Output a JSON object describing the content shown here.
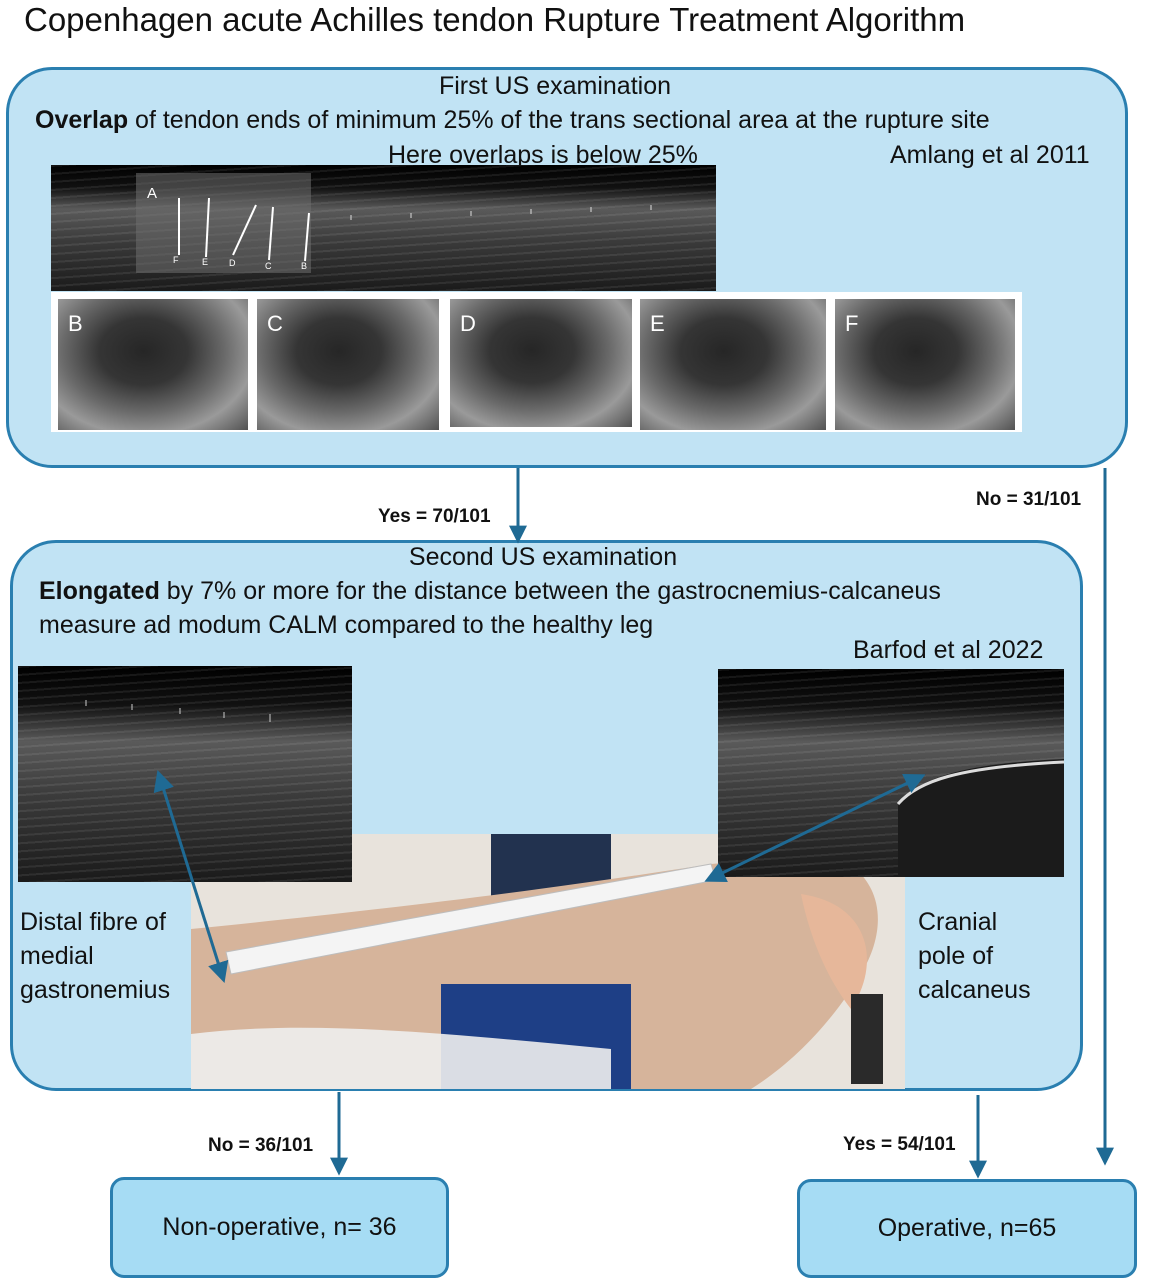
{
  "title": "Copenhagen acute Achilles tendon Rupture Treatment Algorithm",
  "first_exam": {
    "heading": "First US examination",
    "criterion_bold": "Overlap",
    "criterion_rest": " of tendon ends of minimum 25% of the trans sectional area at the rupture site",
    "note": "Here overlaps is below 25%",
    "reference": "Amlang et al 2011",
    "long_image_marks": [
      "A",
      "F",
      "E",
      "D",
      "C",
      "B"
    ],
    "cross_sections": [
      "B",
      "C",
      "D",
      "E",
      "F"
    ]
  },
  "second_exam": {
    "heading": "Second US examination",
    "criterion_bold": "Elongated",
    "criterion_line1_rest": " by 7% or more for the distance between the gastrocnemius-calcaneus",
    "criterion_line2": "measure ad modum CALM compared to the healthy leg",
    "reference": "Barfod et al 2022",
    "left_label": [
      "Distal fibre of",
      "medial",
      "gastronemius"
    ],
    "right_label": [
      "Cranial",
      "pole of",
      "calcaneus"
    ]
  },
  "arrows": {
    "yes_first": "Yes = 70/101",
    "no_first": "No = 31/101",
    "no_second": "No = 36/101",
    "yes_second": "Yes = 54/101"
  },
  "outcomes": {
    "nonoperative": "Non-operative, n= 36",
    "operative": "Operative, n=65"
  },
  "colors": {
    "panel_fill": "#c1e3f4",
    "box_fill": "#a6dcf4",
    "arrow": "#1f6a94"
  }
}
